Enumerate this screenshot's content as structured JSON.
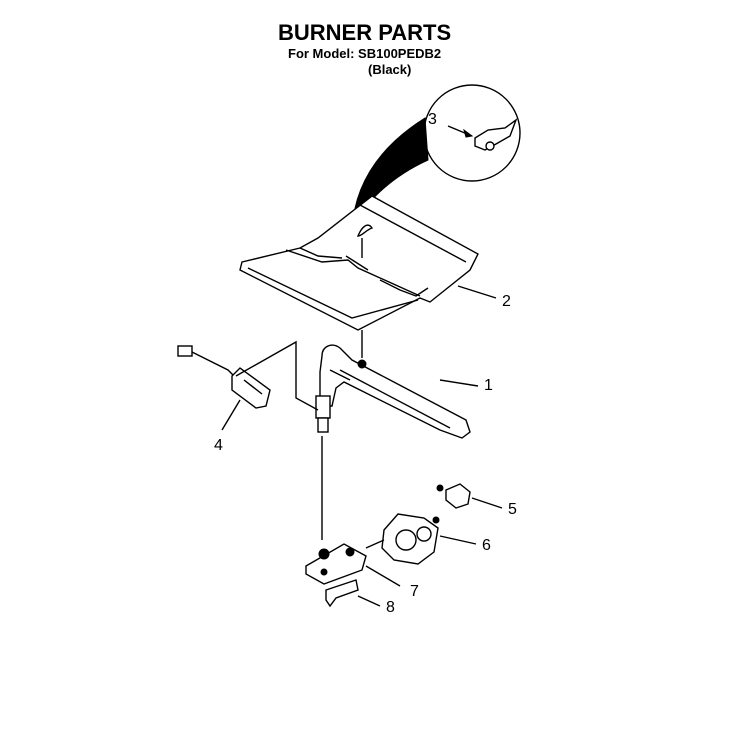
{
  "header": {
    "title": "BURNER PARTS",
    "model_line": "For Model: SB100PEDB2",
    "color_line": "(Black)"
  },
  "callouts": [
    "1",
    "2",
    "3",
    "4",
    "5",
    "6",
    "7",
    "8"
  ]
}
